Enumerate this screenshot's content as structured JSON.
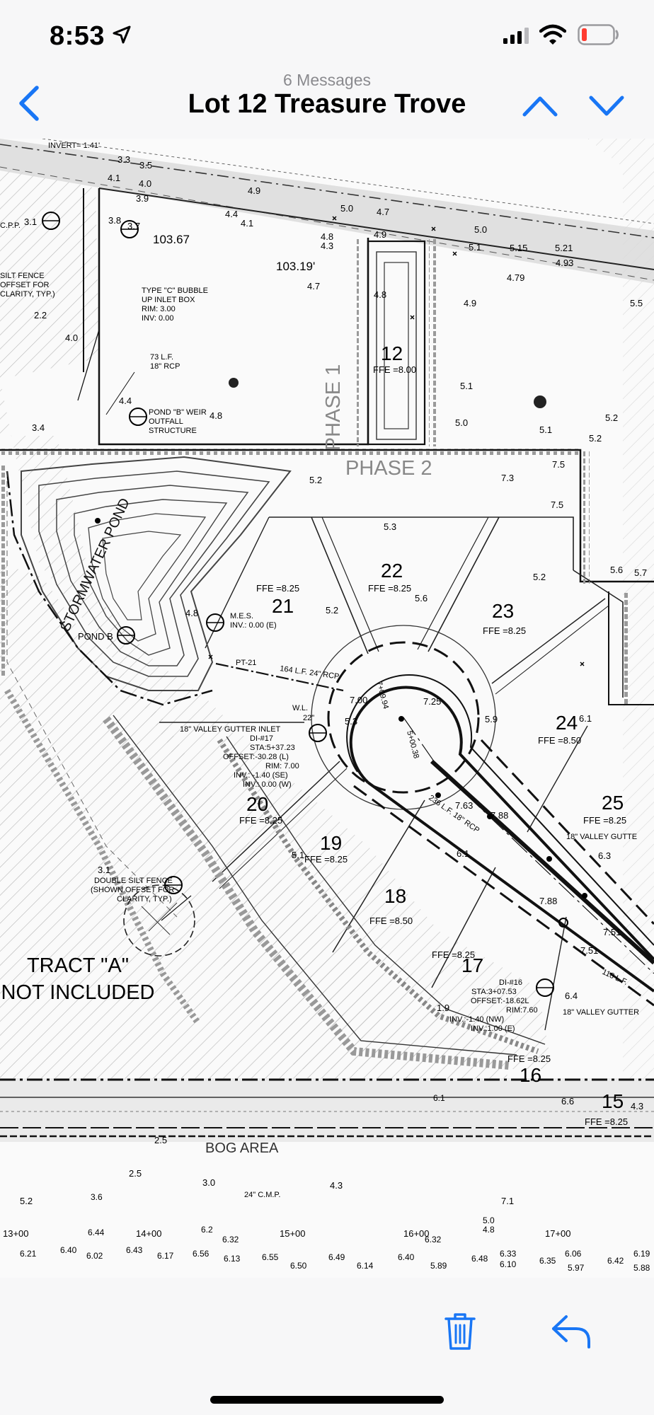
{
  "status_bar": {
    "time": "8:53",
    "icons": [
      "location-arrow-icon",
      "signal-bars-icon",
      "wifi-icon",
      "battery-low-icon"
    ]
  },
  "nav": {
    "message_count": "6 Messages",
    "subject": "Lot 12 Treasure Trove",
    "icons": [
      "back-chevron-icon",
      "chevron-up-icon",
      "chevron-down-icon"
    ]
  },
  "plan": {
    "phase_labels": [
      "PHASE 1",
      "PHASE 2"
    ],
    "lots": [
      {
        "number": "12",
        "ffe": "FFE =8.00"
      },
      {
        "number": "21",
        "ffe": "FFE =8.25"
      },
      {
        "number": "22",
        "ffe": "FFE =8.25"
      },
      {
        "number": "23",
        "ffe": "FFE =8.25"
      },
      {
        "number": "24",
        "ffe": "FFE =8.50"
      },
      {
        "number": "25",
        "ffe": "FFE =8.25"
      },
      {
        "number": "20",
        "ffe": "FFE =8.25"
      },
      {
        "number": "19",
        "ffe": "FFE =8.25"
      },
      {
        "number": "18",
        "ffe": "FFE =8.50"
      },
      {
        "number": "17",
        "ffe": "FFE =8.25"
      },
      {
        "number": "16",
        "ffe": "FFE =8.25"
      },
      {
        "number": "15",
        "ffe": "FFE =8.25"
      }
    ],
    "tract_label_1": "TRACT \"A\"",
    "tract_label_2": "NOT INCLUDED",
    "bog_area": "BOG AREA",
    "pond_label": "STORMWATER POND",
    "pond_b": "POND B",
    "callouts": {
      "inlet_box_1": "TYPE \"C\" BUBBLE",
      "inlet_box_2": "UP INLET BOX",
      "inlet_rim": "RIM: 3.00",
      "inlet_inv": "INV: 0.00",
      "rcp_1": "73 L.F.",
      "rcp_2": "18\" RCP",
      "weir_1": "POND \"B\" WEIR",
      "weir_2": "OUTFALL",
      "weir_3": "STRUCTURE",
      "silt_1": "SILT FENCE",
      "silt_2": "OFFSET FOR",
      "silt_3": "CLARITY, TYP.)",
      "mes_1": "M.E.S.",
      "mes_2": "INV.: 0.00 (E)",
      "pt": "PT-21",
      "rcp_164": "164 L.F. 24\" RCP",
      "wl": "W.L.",
      "wl_val": "22\"",
      "di17_1": "18\" VALLEY GUTTER INLET",
      "di17_2": "DI-#17",
      "di17_3": "STA:5+37.23",
      "di17_4": "OFFSET:-30.28 (L)",
      "di17_5": "RIM: 7.00",
      "di17_6": "INV.: -1.40 (SE)",
      "di17_7": "INV.: 0.00 (W)",
      "dsf_1": "DOUBLE SILT FENCE",
      "dsf_2": "(SHOWN OFFSET FOR",
      "dsf_3": "CLARITY, TYP.)",
      "di16_1": "DI-#16",
      "di16_2": "STA:3+07.53",
      "di16_3": "OFFSET:-18.62L",
      "di16_4": "RIM:7.60",
      "di16_5": "INV.:-1.40 (NW)",
      "di16_6": "INV.:1.00 (E)",
      "vg_right": "18\" VALLEY GUTTER",
      "vg_right2": "18\" VALLEY GUTTE",
      "cmp": "24\" C.M.P.",
      "invert_top": "INVERT= 1.41'",
      "cpp": "C.P.P.",
      "stn_1": "5+00.38",
      "stn_2": "7+09.94",
      "rcp_118": "118 L.F.",
      "rcp_236": "236 L.F. 18\" RCP"
    },
    "spot_elevations": [
      "3.3",
      "3.5",
      "4.1",
      "4.0",
      "3.9",
      "4.9",
      "4.4",
      "4.1",
      "3.8",
      "3.7",
      "3.1",
      "2.2",
      "4.0",
      "103.67",
      "103.19'",
      "5.0",
      "4.7",
      "4.8",
      "4.3",
      "4.9",
      "4.7",
      "5.0",
      "5.1",
      "5.15",
      "5.21",
      "4.93",
      "4.79",
      "4.9",
      "4.8",
      "5.5",
      "5.1",
      "5.0",
      "5.1",
      "5.2",
      "5.2",
      "7.5",
      "7.3",
      "7.5",
      "4.4",
      "4.8",
      "3.4",
      "5.3",
      "5.2",
      "5.6",
      "5.2",
      "5.6",
      "5.7",
      "4.8",
      "7.25",
      "7.00",
      "5.3",
      "5.9",
      "6.1",
      "6.3",
      "5.1",
      "6.1",
      "7.88",
      "7.88",
      "7.51",
      "7.51",
      "7.63",
      "6.4",
      "3.1",
      "2.5",
      "2.5",
      "3.0",
      "4.3",
      "5.2",
      "6.6",
      "4.3",
      "7.1",
      "5.2",
      "1.9"
    ],
    "stations": [
      "13+00",
      "14+00",
      "15+00",
      "16+00",
      "17+00"
    ],
    "bottom_elevations": [
      "6.44",
      "6.21",
      "6.40",
      "6.02",
      "6.43",
      "6.17",
      "6.56",
      "6.13",
      "6.32",
      "6.55",
      "6.50",
      "6.49",
      "6.14",
      "6.40",
      "6.32",
      "6.48",
      "6.33",
      "6.10",
      "6.35",
      "6.06",
      "6.42",
      "6.19",
      "5.88",
      "5.97",
      "5.89",
      "6.2",
      "3.6",
      "4.8",
      "5.0",
      "6.1"
    ]
  },
  "toolbar": {
    "icons": [
      "trash-icon",
      "reply-icon"
    ]
  }
}
